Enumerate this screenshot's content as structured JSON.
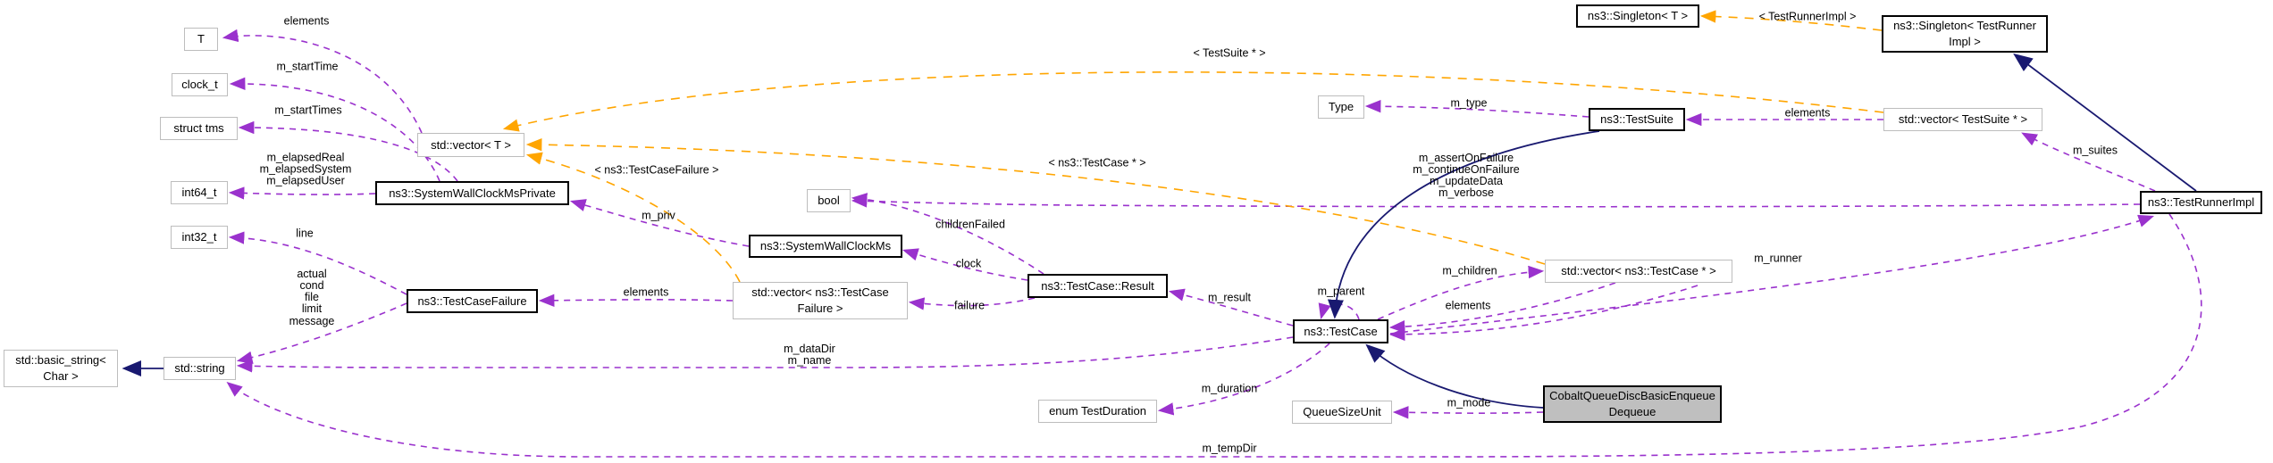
{
  "diagram": {
    "title": "Collaboration graph for CobaltQueueDiscBasicEnqueueDequeue",
    "colors": {
      "usage_edge": "#9a32cd",
      "template_edge": "#ffa500",
      "inheritance_edge": "#191970",
      "plain_node_border": "#bdbdbd",
      "class_node_border": "#000000",
      "highlight_fill": "#bfbfbf"
    },
    "nodes": {
      "t": "T",
      "clock_t": "clock_t",
      "struct_tms": "struct tms",
      "int64_t": "int64_t",
      "int32_t": "int32_t",
      "basic_string": "std::basic_string<\nChar >",
      "std_string": "std::string",
      "vector_t": "std::vector< T >",
      "swcmp": "ns3::SystemWallClockMsPrivate",
      "swcm": "ns3::SystemWallClockMs",
      "bool": "bool",
      "vector_tcf": "std::vector< ns3::TestCase\nFailure >",
      "tcf": "ns3::TestCaseFailure",
      "result": "ns3::TestCase::Result",
      "testcase": "ns3::TestCase",
      "duration": "enum TestDuration",
      "qsu": "QueueSizeUnit",
      "cobalt": "CobaltQueueDiscBasicEnqueue\nDequeue",
      "type": "Type",
      "testsuite": "ns3::TestSuite",
      "vector_ts": "std::vector< TestSuite * >",
      "singleton_t": "ns3::Singleton< T >",
      "singleton_tri": "ns3::Singleton< TestRunner\nImpl >",
      "tri": "ns3::TestRunnerImpl",
      "vector_tc": "std::vector< ns3::TestCase * >"
    },
    "edge_labels": {
      "elements_t": "elements",
      "m_start_time": "m_startTime",
      "m_start_times": "m_startTimes",
      "m_elapsed": "m_elapsedReal\nm_elapsedSystem\nm_elapsedUser",
      "line": "line",
      "failure_fields": "actual\ncond\nfile\nlimit\nmessage",
      "m_priv": "m_priv",
      "elements_tcf": "elements",
      "children_failed": "childrenFailed",
      "clock": "clock",
      "failure": "failure",
      "m_result": "m_result",
      "m_data_dir": "m_dataDir\nm_name",
      "m_duration": "m_duration",
      "m_temp_dir": "m_tempDir",
      "m_parent": "m_parent",
      "m_children": "m_children",
      "elements_tc": "elements",
      "m_mode": "m_mode",
      "m_type": "m_type",
      "elements_ts": "elements",
      "m_suites": "m_suites",
      "m_runner": "m_runner",
      "runner_flags": "m_assertOnFailure\nm_continueOnFailure\nm_updateData\nm_verbose",
      "tpl_tcf": "< ns3::TestCaseFailure >",
      "tpl_tc": "< ns3::TestCase * >",
      "tpl_ts": "< TestSuite * >",
      "tpl_tri": "< TestRunnerImpl >"
    }
  }
}
